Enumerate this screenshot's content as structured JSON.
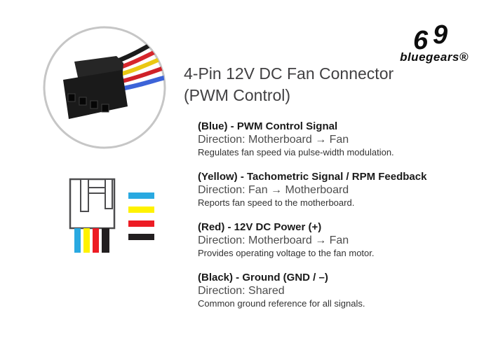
{
  "brand": {
    "name": "bluegears®",
    "glyph_left": "6",
    "glyph_right": "9"
  },
  "title": {
    "line1": "4-Pin 12V DC Fan Connector",
    "line2": "(PWM Control)"
  },
  "photo": {
    "ring_color": "#c6c6c6",
    "body_color": "#1a1a1a",
    "wire_colors": {
      "black": "#1c1c1c",
      "red": "#d6262c",
      "yellow": "#eac813",
      "red2": "#cf2129",
      "blue": "#3c63d8"
    }
  },
  "diagram": {
    "outline_color": "#4d4d4f",
    "wires_left_to_right": [
      "Blue",
      "Yellow",
      "Red",
      "Black"
    ],
    "legend_top_to_bottom": [
      "Blue",
      "Yellow",
      "Red",
      "Black"
    ]
  },
  "pins": [
    {
      "color_name": "Blue",
      "color": "#29a9e1",
      "heading": "(Blue) - PWM Control Signal",
      "direction": "Direction: Motherboard → Fan",
      "description": "Regulates fan speed via pulse-width modulation."
    },
    {
      "color_name": "Yellow",
      "color": "#fff200",
      "heading": "(Yellow) - Tachometric Signal / RPM Feedback",
      "direction": "Direction: Fan → Motherboard",
      "description": "Reports fan speed to the motherboard."
    },
    {
      "color_name": "Red",
      "color": "#ed1c24",
      "heading": "(Red) - 12V DC Power (+)",
      "direction": "Direction: Motherboard → Fan",
      "description": "Provides operating voltage to the fan motor."
    },
    {
      "color_name": "Black",
      "color": "#231f20",
      "heading": "(Black) - Ground (GND / –)",
      "direction": "Direction: Shared",
      "description": "Common ground reference for all signals."
    }
  ]
}
